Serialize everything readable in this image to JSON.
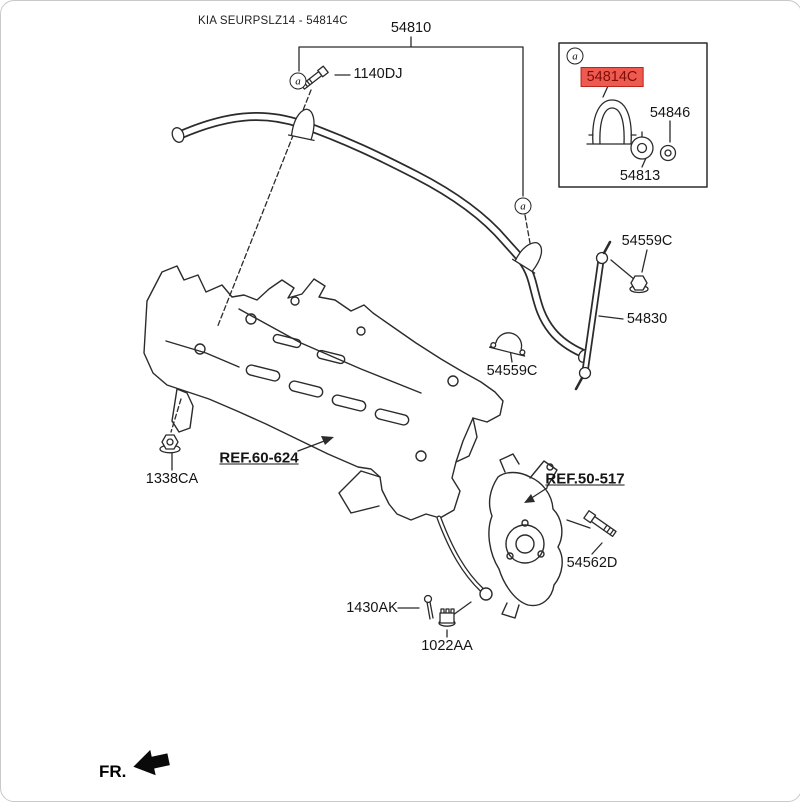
{
  "header": {
    "catalog_title": "KIA SEURPSLZ14 - 54814C"
  },
  "callout": {
    "letter": "a"
  },
  "parts": {
    "bar_assy": {
      "label": "54810"
    },
    "clamp_bolt": {
      "label": "1140DJ"
    },
    "bracket_highlight": {
      "label": "54814C",
      "highlighted": true
    },
    "stopper": {
      "label": "54846"
    },
    "bushing": {
      "label": "54813"
    },
    "link_nut": {
      "label": "54559C"
    },
    "link": {
      "label": "54830"
    },
    "bracket_nut": {
      "label": "54559C"
    },
    "crossmember_nut": {
      "label": "1338CA"
    },
    "knuckle_bolt": {
      "label": "54562D"
    },
    "cotter_pin": {
      "label": "1430AK"
    },
    "castle_nut": {
      "label": "1022AA"
    }
  },
  "references": {
    "crossmember": {
      "label": "REF.60-624"
    },
    "knuckle": {
      "label": "REF.50-517"
    }
  },
  "footer": {
    "front_marker": "FR."
  },
  "colors": {
    "highlight_bg": "#ef5a50",
    "highlight_text": "#7e0d08",
    "line": "#2b2b2b"
  }
}
